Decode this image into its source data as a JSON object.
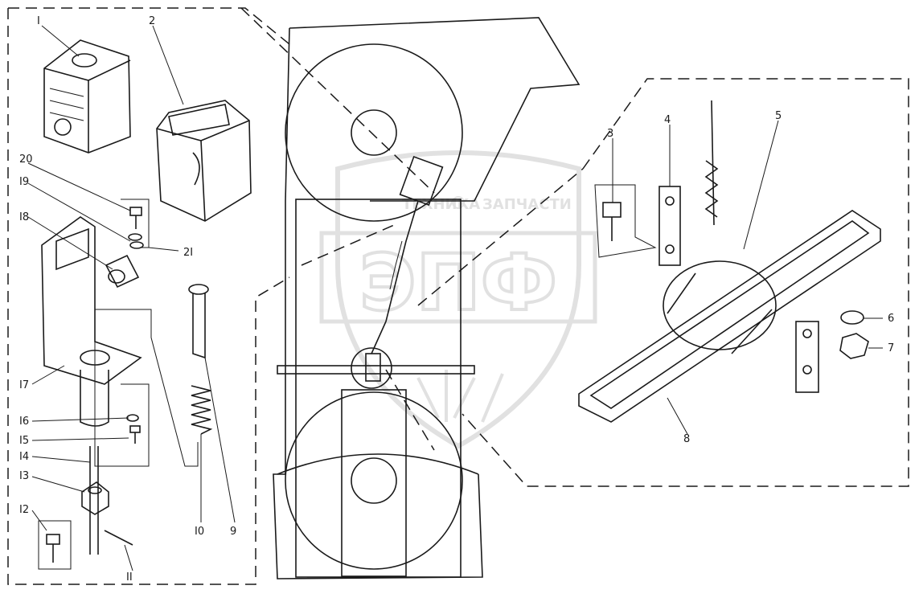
{
  "watermark": {
    "top_left": "ТЕХНИКА",
    "top_right": "ЗАПЧАСТИ",
    "logo_text": "ЭПФ",
    "color": "#c9c9c9"
  },
  "labels": {
    "p1": "I",
    "p2": "2",
    "p3": "3",
    "p4": "4",
    "p5": "5",
    "p6": "6",
    "p7": "7",
    "p8": "8",
    "p9": "9",
    "p10": "I0",
    "p11": "II",
    "p12": "I2",
    "p13": "I3",
    "p14": "I4",
    "p15": "I5",
    "p16": "I6",
    "p17": "I7",
    "p18": "I8",
    "p19": "I9",
    "p20": "20",
    "p21": "2I"
  },
  "colors": {
    "ink": "#1a1a1a",
    "paper": "#ffffff"
  }
}
